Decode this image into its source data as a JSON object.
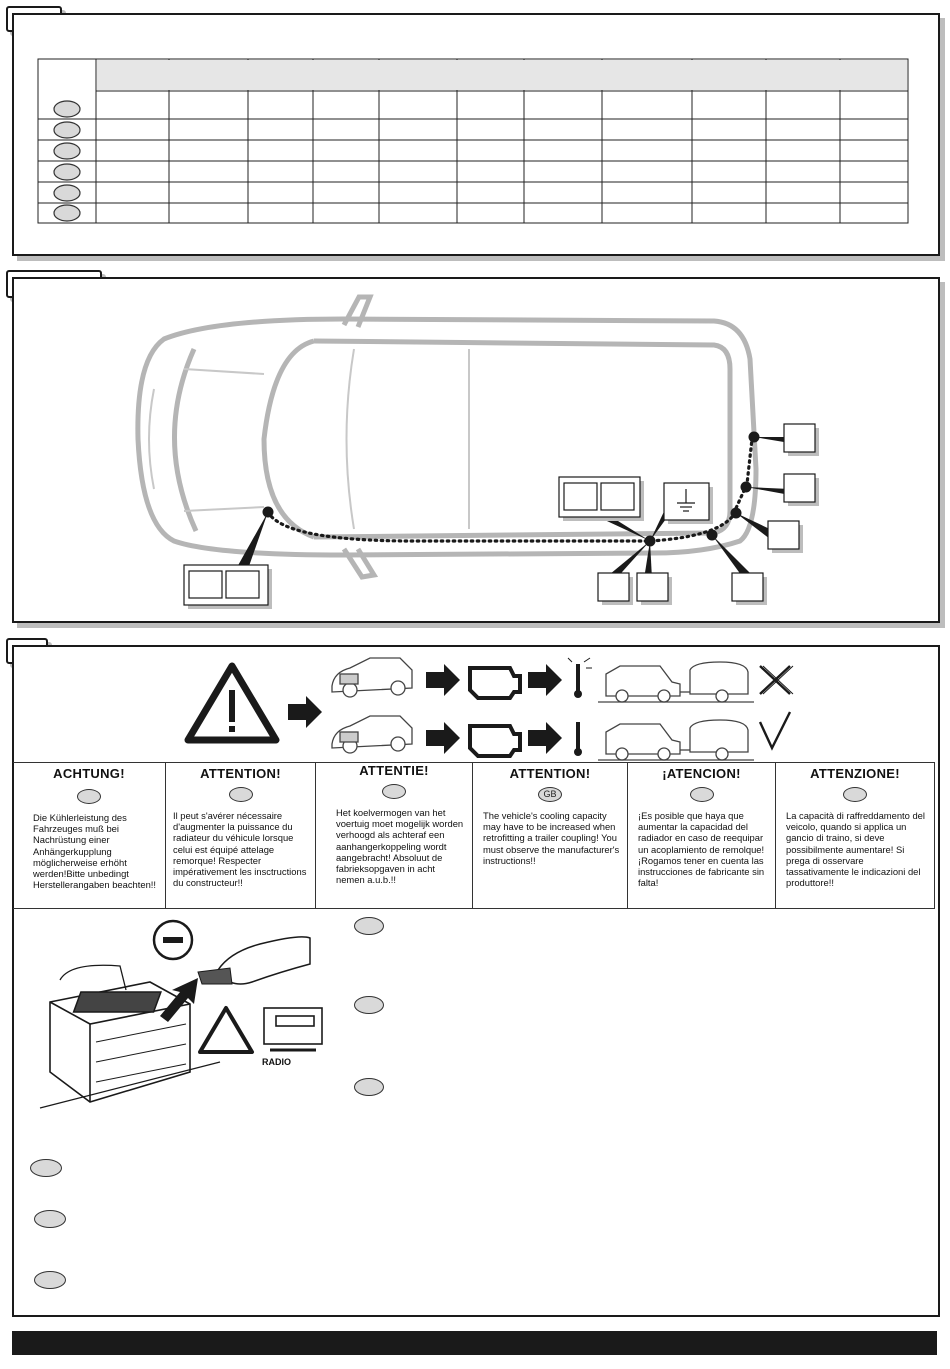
{
  "warning": {
    "columns": [
      {
        "id": "de",
        "title": "ACHTUNG!",
        "badge": "",
        "text": "Die Kühlerleistung des Fahrzeuges muß bei Nachrüstung einer Anhängerkupplung möglicherweise erhöht werden!Bitte unbedingt Herstellerangaben beachten!!"
      },
      {
        "id": "fr",
        "title": "ATTENTION!",
        "badge": "",
        "text": "Il peut s'avérer nécessaire d'augmenter la puissance du radiateur du véhicule lorsque celui est équipé attelage remorque! Respecter impérativement les insctructions du constructeur!!"
      },
      {
        "id": "nl",
        "title": "ATTENTIE!",
        "badge": "",
        "text": "Het koelvermogen van het voertuig moet mogelijk worden verhoogd als achteraf een aanhangerkoppeling wordt aangebracht! Absoluut de fabrieksopgaven in acht nemen a.u.b.!!"
      },
      {
        "id": "gb",
        "title": "ATTENTION!",
        "badge": "GB",
        "text": "The vehicle's cooling capacity may have to be increased when retrofitting a trailer coupling! You must observe the manufacturer's instructions!!"
      },
      {
        "id": "es",
        "title": "¡ATENCION!",
        "badge": "",
        "text": "¡Es posible que haya que aumentar la capacidad del radiador en caso de reequipar un acoplamiento de remolque! ¡Rogamos tener en cuenta las instrucciones de fabricante sin falta!"
      },
      {
        "id": "it",
        "title": "ATTENZIONE!",
        "badge": "",
        "text": "La capacità di raffreddamento del veicolo, quando si applica un gancio di traino, si deve possibilmente aumentare! Si prega di osservare tassativamente le indicazioni del produttore!!"
      }
    ]
  },
  "battery": {
    "radio_label": "RADIO"
  },
  "colors": {
    "line": "#1a1a1a",
    "car": "#b5b5b5",
    "shadow": "#bdbdbd",
    "oval": "#d9d9d9"
  },
  "icons": [
    "warning-triangle-icon",
    "arrow-right-icon",
    "engine-icon",
    "thermometer-icon",
    "cross-icon",
    "check-icon",
    "ground-symbol-icon",
    "minus-icon",
    "battery-icon",
    "radio-icon"
  ]
}
